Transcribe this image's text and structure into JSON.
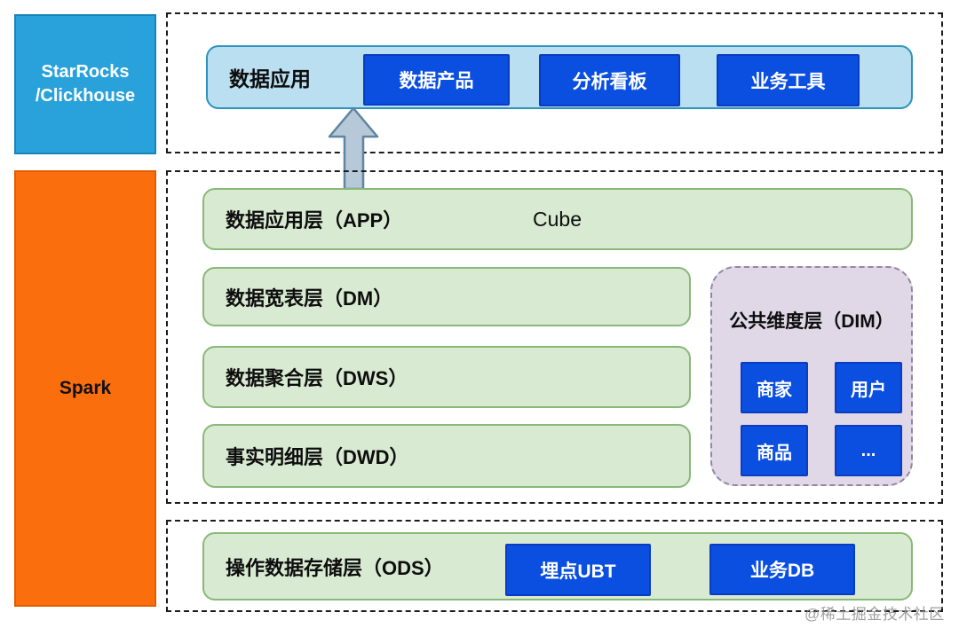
{
  "left_panel": {
    "starrocks_line1": "StarRocks",
    "starrocks_line2": "/Clickhouse",
    "spark_label": "Spark"
  },
  "app_section": {
    "bar_label": "数据应用",
    "buttons": {
      "data_product": "数据产品",
      "analysis_board": "分析看板",
      "biz_tool": "业务工具"
    }
  },
  "warehouse_section": {
    "app_layer": {
      "label": "数据应用层（APP）",
      "extra": "Cube"
    },
    "dm_layer": {
      "label": "数据宽表层（DM）"
    },
    "dws_layer": {
      "label": "数据聚合层（DWS）"
    },
    "dwd_layer": {
      "label": "事实明细层（DWD）"
    },
    "dim": {
      "title": "公共维度层（DIM）",
      "buttons": {
        "merchant": "商家",
        "user": "用户",
        "goods": "商品",
        "more": "..."
      }
    }
  },
  "ods_section": {
    "label": "操作数据存储层（ODS）",
    "buttons": {
      "ubt": "埋点UBT",
      "bizdb": "业务DB"
    }
  },
  "watermark": "@稀土掘金技术社区",
  "colors": {
    "starrocks_blue": "#29a2db",
    "spark_orange": "#fb6e0e",
    "light_blue_bar": "#b9dff1",
    "button_blue": "#0b4fe0",
    "layer_green": "#d9ead2",
    "layer_green_border": "#88b978",
    "dim_purple": "#e0d7e7",
    "arrow_fill": "#b7c9d8",
    "arrow_stroke": "#5e85a2"
  }
}
